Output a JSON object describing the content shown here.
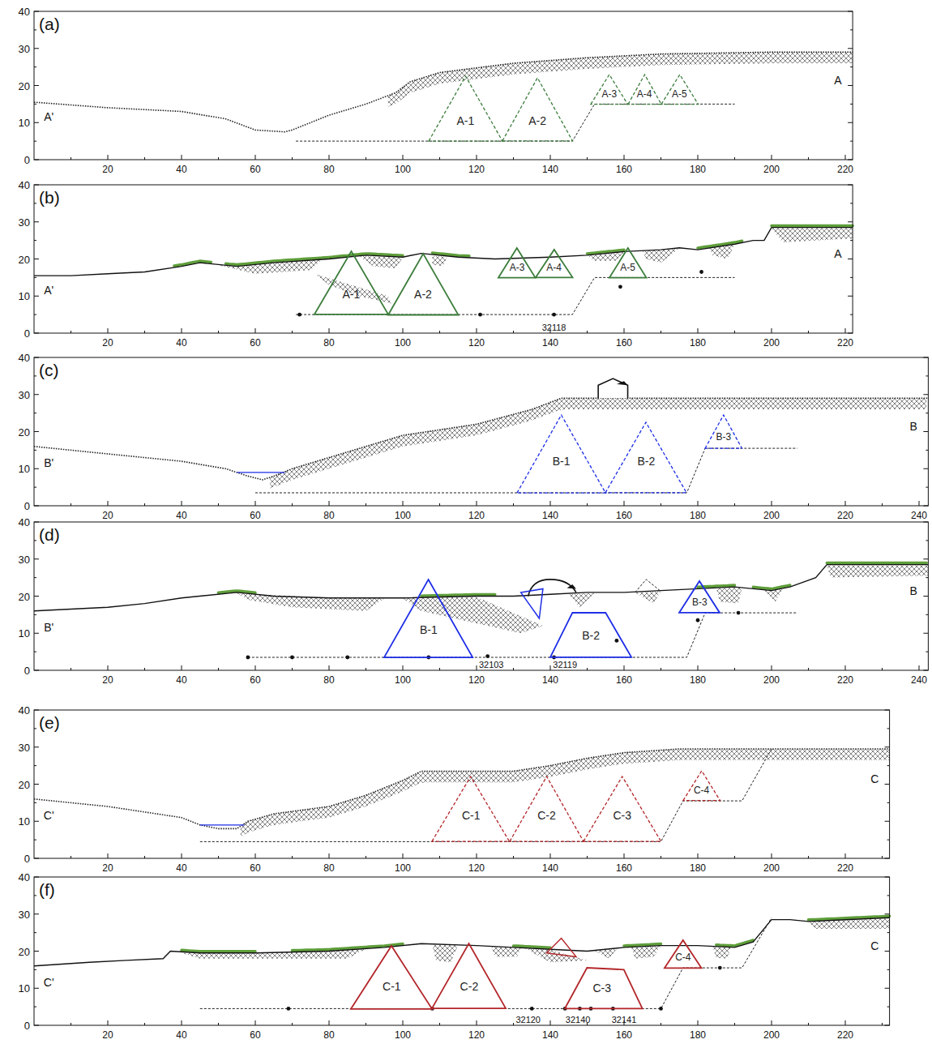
{
  "diagram": {
    "nodes": [
      {
        "text": [
          "A-1"
        ]
      },
      {
        "text": [
          "A-2"
        ]
      },
      {
        "text": [
          "A-3"
        ]
      },
      {
        "text": [
          "A-4"
        ]
      },
      {
        "text": [
          "A-5"
        ]
      },
      {
        "text": [
          "A-1"
        ]
      },
      {
        "text": [
          "A-2"
        ]
      },
      {
        "text": [
          "A-3"
        ]
      },
      {
        "text": [
          "A-4"
        ]
      },
      {
        "text": [
          "A-5"
        ]
      },
      {
        "text": [
          "B-1"
        ]
      },
      {
        "text": [
          "B-2"
        ]
      },
      {
        "text": [
          "B-3"
        ]
      },
      {
        "text": [
          "B-1"
        ]
      },
      {
        "text": [
          "B-2"
        ]
      },
      {
        "text": [
          "B-3"
        ]
      },
      {
        "text": [
          "C-1"
        ]
      },
      {
        "text": [
          "C-2"
        ]
      },
      {
        "text": [
          "C-3"
        ]
      },
      {
        "text": [
          "C-4"
        ]
      },
      {
        "text": [
          "C-1"
        ]
      },
      {
        "text": [
          "C-2"
        ]
      },
      {
        "text": [
          "C-3"
        ]
      },
      {
        "text": [
          "C-4"
        ]
      }
    ],
    "labels": [
      "(a)",
      "0",
      "10",
      "20",
      "30",
      "40",
      "20",
      "40",
      "60",
      "80",
      "100",
      "120",
      "140",
      "160",
      "180",
      "200",
      "220",
      "A'",
      "A",
      "(b)",
      "0",
      "10",
      "20",
      "30",
      "40",
      "20",
      "40",
      "60",
      "80",
      "100",
      "120",
      "140",
      "160",
      "180",
      "200",
      "220",
      "A'",
      "A",
      "32118",
      "(c)",
      "0",
      "10",
      "20",
      "30",
      "40",
      "20",
      "40",
      "60",
      "80",
      "100",
      "120",
      "140",
      "160",
      "180",
      "200",
      "220",
      "240",
      "B'",
      "B",
      "(d)",
      "0",
      "10",
      "20",
      "30",
      "40",
      "20",
      "40",
      "60",
      "80",
      "100",
      "120",
      "140",
      "160",
      "180",
      "200",
      "220",
      "240",
      "B'",
      "B",
      "32103",
      "32119",
      "(e)",
      "0",
      "10",
      "20",
      "30",
      "40",
      "20",
      "40",
      "60",
      "80",
      "100",
      "120",
      "140",
      "160",
      "180",
      "200",
      "220",
      "C'",
      "C",
      "(f)",
      "0",
      "10",
      "20",
      "30",
      "40",
      "20",
      "40",
      "60",
      "80",
      "100",
      "120",
      "140",
      "160",
      "180",
      "200",
      "220",
      "C'",
      "C",
      "32120",
      "32140",
      "32141"
    ]
  }
}
